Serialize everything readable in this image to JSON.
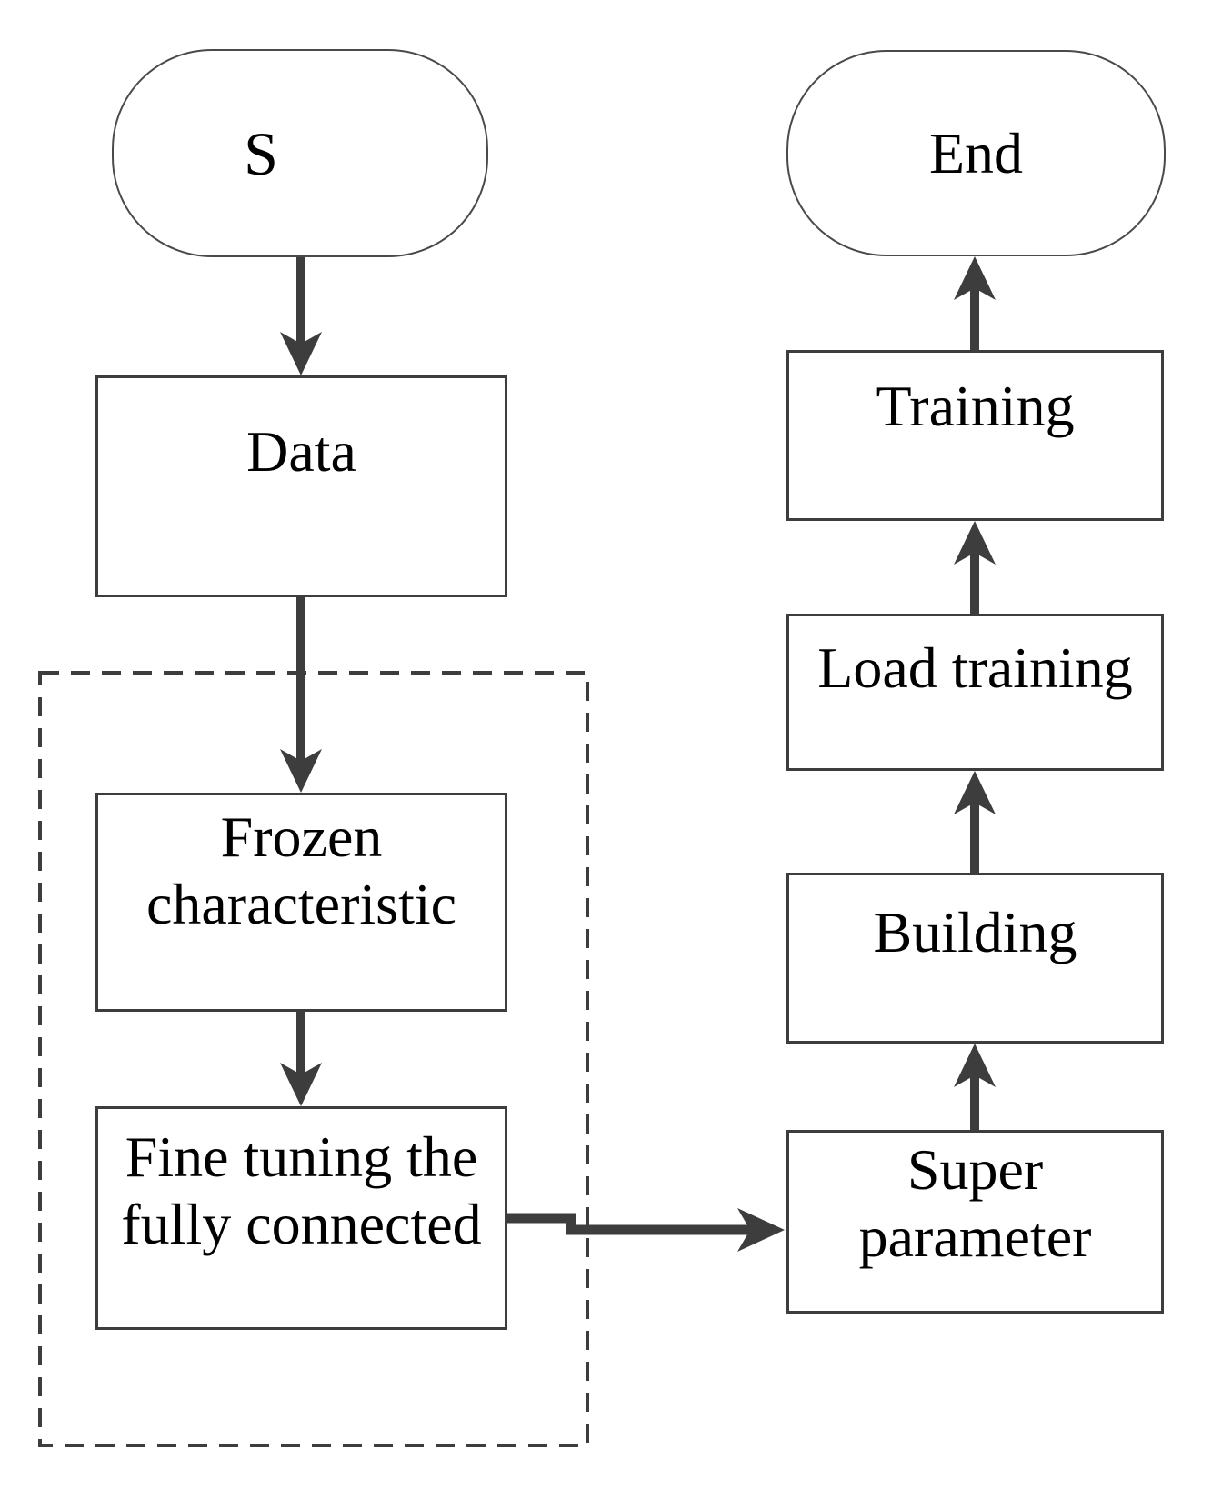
{
  "diagram": {
    "type": "flowchart",
    "nodes": {
      "start": {
        "shape": "terminator",
        "label": "S",
        "lines": [
          "S"
        ]
      },
      "data": {
        "shape": "process",
        "label": "Data",
        "lines": [
          "Data"
        ]
      },
      "frozen": {
        "shape": "process",
        "label": "Frozen characteristic",
        "lines": [
          "Frozen",
          "characteristic"
        ]
      },
      "fine_tuning": {
        "shape": "process",
        "label": "Fine tuning the fully connected",
        "lines": [
          "Fine tuning the",
          "fully connected"
        ]
      },
      "super_parameter": {
        "shape": "process",
        "label": "Super parameter",
        "lines": [
          "Super",
          "parameter"
        ]
      },
      "building": {
        "shape": "process",
        "label": "Building",
        "lines": [
          "Building"
        ]
      },
      "load_training": {
        "shape": "process",
        "label": "Load training",
        "lines": [
          "Load training"
        ]
      },
      "training": {
        "shape": "process",
        "label": "Training",
        "lines": [
          "Training"
        ]
      },
      "end": {
        "shape": "terminator",
        "label": "End",
        "lines": [
          "End"
        ]
      }
    },
    "edges": [
      {
        "from": "start",
        "to": "data",
        "direction": "down"
      },
      {
        "from": "data",
        "to": "frozen",
        "direction": "down"
      },
      {
        "from": "frozen",
        "to": "fine_tuning",
        "direction": "down"
      },
      {
        "from": "fine_tuning",
        "to": "super_parameter",
        "direction": "right"
      },
      {
        "from": "super_parameter",
        "to": "building",
        "direction": "up"
      },
      {
        "from": "building",
        "to": "load_training",
        "direction": "up"
      },
      {
        "from": "load_training",
        "to": "training",
        "direction": "up"
      },
      {
        "from": "training",
        "to": "end",
        "direction": "up"
      }
    ],
    "group": {
      "style": "dashed-outline",
      "contains": [
        "frozen",
        "fine_tuning"
      ]
    },
    "colors": {
      "line": "#3d3d3d",
      "text": "#000000",
      "background": "#ffffff"
    }
  }
}
